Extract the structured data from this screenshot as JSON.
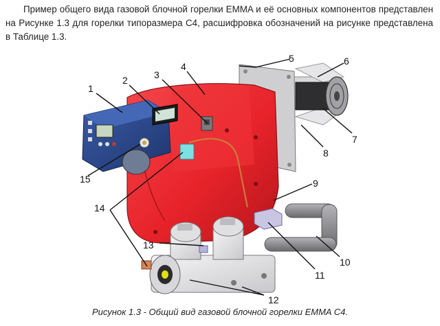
{
  "intro_text": "Пример общего вида газовой блочной горелки EMMA и её основных компонентов представлен на Рисунке 1.3 для горелки типоразмера С4, расшифровка обозначений на рисунке представлена в Таблице 1.3.",
  "figure": {
    "callouts": [
      "1",
      "2",
      "3",
      "4",
      "5",
      "6",
      "7",
      "8",
      "9",
      "10",
      "11",
      "12",
      "13",
      "14",
      "15"
    ],
    "caption": "Рисунок 1.3 - Общий вид газовой блочной горелки EMMA C4."
  },
  "colors": {
    "housing_red": "#e8232a",
    "control_box_blue": "#2b4a8f",
    "flange_gray": "#cfcfd2",
    "pipe_gray": "#8e8e92"
  }
}
